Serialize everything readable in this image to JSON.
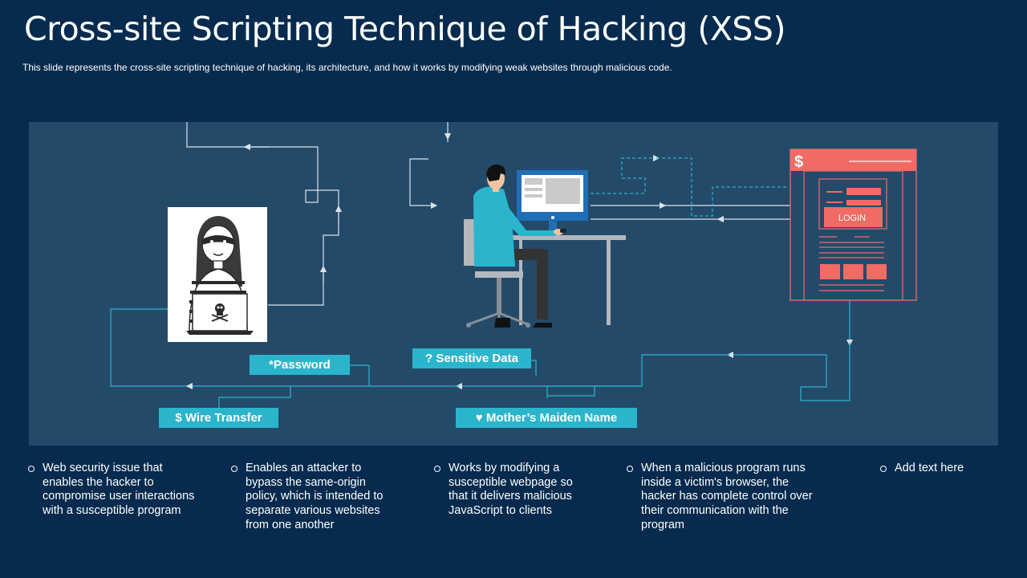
{
  "title": "Cross-site Scripting Technique of Hacking (XSS)",
  "subtitle": "This slide represents the cross-site scripting technique of hacking, its architecture, and how it works by modifying weak websites through malicious code.",
  "labels": {
    "password": "*Password",
    "sensitive_data": "? Sensitive Data",
    "wire_transfer": "$ Wire Transfer",
    "maiden_name": "♥ Mother’s Maiden Name"
  },
  "webpage": {
    "dollar": "$",
    "login": "LOGIN"
  },
  "bullets": [
    "Web security issue that enables the hacker to compromise user interactions with a susceptible program",
    "Enables an attacker to bypass the same-origin policy, which is intended to separate various websites from one another",
    "Works by modifying a susceptible webpage so that it delivers malicious JavaScript to clients",
    "When a malicious program runs inside a victim's browser, the hacker has complete control over their communication with the program",
    "Add text here"
  ],
  "colors": {
    "background": "#062b4e",
    "panel": "#244a6a",
    "accent_cyan": "#2bb5cc",
    "accent_salmon": "#ef6b64",
    "line_white": "#d9e2ea"
  }
}
